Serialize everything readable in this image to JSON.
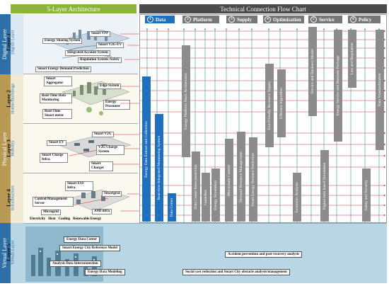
{
  "headers": {
    "left": "5-Layer Architecture",
    "right": "Technical Connection Flow Chart"
  },
  "side_layers": {
    "digital": "Digital Layer",
    "physical": "Physical Layer",
    "virtual": "Virtual Layer"
  },
  "layers": [
    {
      "title": "Layer 1",
      "sub": "Digital Layer"
    },
    {
      "title": "Layer 2",
      "sub": "Home/Buildings"
    },
    {
      "title": "Layer 3",
      "sub": "Mobility"
    },
    {
      "title": "Layer 4",
      "sub": "Infrastructure"
    },
    {
      "title": "Layer 5",
      "sub": "Virtual Layer"
    }
  ],
  "layer1_labels": [
    "Smart VPP",
    "Energy Sharing System",
    "Smart V2G-EV",
    "Integrated Account System",
    "Regulation System /Safety",
    "Smart Energy Demand Prediction"
  ],
  "layer2_labels": [
    "Smart Aggregator",
    "Edge System",
    "Real-Time Data Monitoring",
    "Energy Prosumer",
    "Real-Time Smart meter"
  ],
  "layer3_labels": [
    "Smart V2G",
    "Smart EV",
    "V2G Charge System",
    "Smart Charge Infra.",
    "Smart Charger"
  ],
  "layer4_labels": [
    "Smart ESS Infra.",
    "Smartgrid",
    "Control/Management Server",
    "Microgrid",
    "AMI infra",
    "Electricity",
    "Heat",
    "Cooling",
    "Renewable Energy"
  ],
  "phases": [
    {
      "num": "1",
      "label": "Data"
    },
    {
      "num": "2",
      "label": "Platform"
    },
    {
      "num": "3",
      "label": "Supply"
    },
    {
      "num": "4",
      "label": "Optimization"
    },
    {
      "num": "5",
      "label": "Service"
    },
    {
      "num": "6",
      "label": "Policy"
    }
  ],
  "bars": [
    "Energy Data Extract and Collection",
    "Real-time Integrated Monitoring System",
    "Data Center",
    "Energy Platform Stack Architecture",
    "Data Center Interconnection",
    "Guideline",
    "Energy Simulation",
    "Blockchain Control",
    "Demand Resource Management",
    "Smart Energy Demand Prediction",
    "Eco-Friendly Resource Supply",
    "Efficient Algorithm",
    "Economic Analysis",
    "Service and Business Model",
    "Digital twin based Simulation",
    "Energy Service and Business Package",
    "Law and Regulation",
    "Safety and Security",
    "Data Standardization"
  ],
  "virtual_boxes": [
    "Energy Data Center",
    "Smart Energy City Reference Model",
    "Accident prevention and post-recovery analysis",
    "Analysis Data Interconnection",
    "Energy Data Modeling",
    "Social cost reduction and Smart City obstacle analysis/management"
  ]
}
